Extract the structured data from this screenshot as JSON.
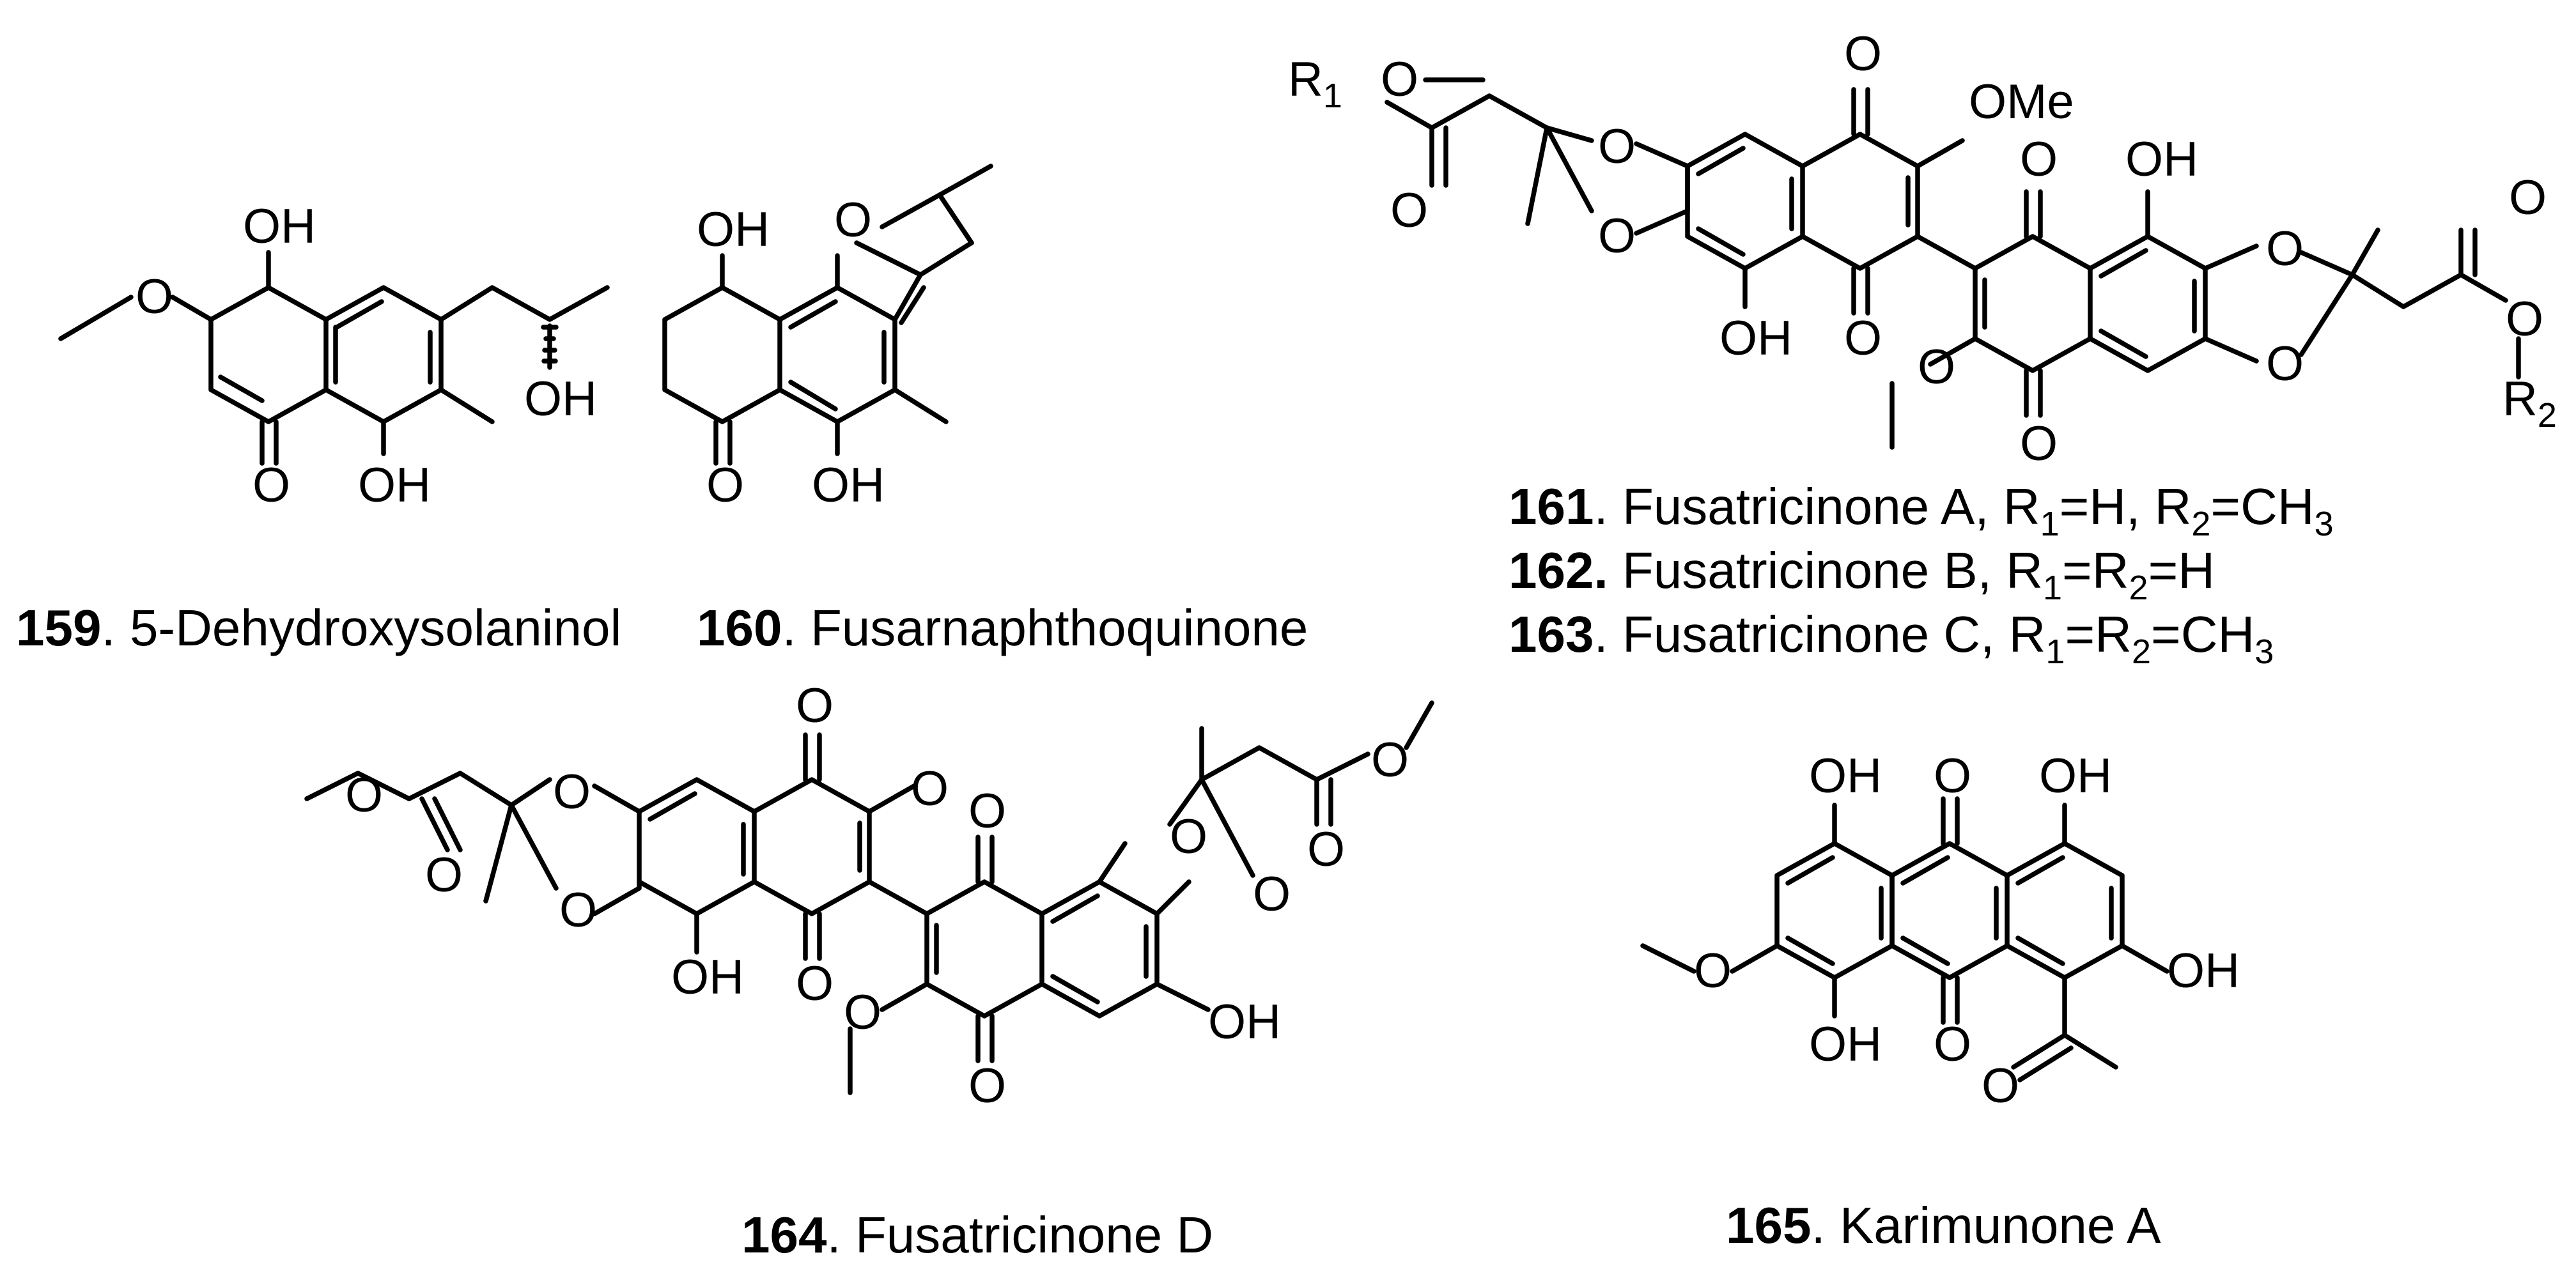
{
  "compounds": [
    {
      "id": "159",
      "number": "159",
      "name": ". 5-Dehydroxysolaninol",
      "atoms": {
        "oh_top": "OH",
        "oh_side": "OH",
        "o_bottom": "O",
        "oh_bottom": "OH"
      }
    },
    {
      "id": "160",
      "number": "160",
      "name": ". Fusarnaphthoquinone",
      "atoms": {
        "oh_top": "OH",
        "o_furan": "O",
        "o_bottom": "O",
        "oh_bottom": "OH"
      }
    },
    {
      "id": "161",
      "number": "161",
      "name": ". Fusatricinone A, ",
      "r_text": {
        "r1_prefix": "R",
        "r1_sub": "1",
        "r1_rest": "=H, ",
        "r2_prefix": "R",
        "r2_sub": "2",
        "r2_rest": "=CH",
        "r2_sub2": "3"
      }
    },
    {
      "id": "162",
      "number": "162.",
      "name": " Fusatricinone B, ",
      "r_text": {
        "r1_prefix": "R",
        "r1_sub": "1",
        "r1_rest": "=R",
        "r2_sub": "2",
        "r2_rest": "=H"
      }
    },
    {
      "id": "163",
      "number": "163",
      "name": ". Fusatricinone C, ",
      "r_text": {
        "r1_prefix": "R",
        "r1_sub": "1",
        "r1_rest": "=R",
        "r2_sub": "2",
        "r2_rest": "=CH",
        "r2_sub2": "3"
      }
    },
    {
      "id": "164",
      "number": "164",
      "name": ". Fusatricinone D"
    },
    {
      "id": "165",
      "number": "165",
      "name": ". Karimunone A"
    }
  ],
  "structure_161": {
    "r1": "R",
    "r1_sub": "1",
    "r2": "R",
    "r2_sub": "2",
    "ome": "OMe",
    "o": "O",
    "oh": "OH"
  },
  "labels": {
    "O": "O",
    "OH": "OH",
    "OMe": "OMe"
  }
}
